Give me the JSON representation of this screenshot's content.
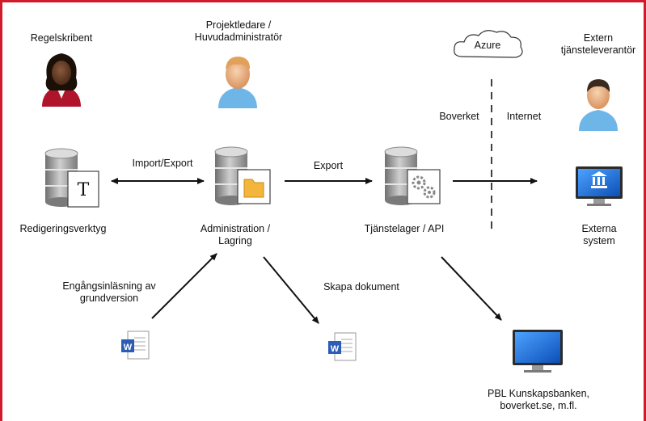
{
  "roles": {
    "writer": "Regelskribent",
    "admin_line1": "Projektledare /",
    "admin_line2": "Huvudadministratör",
    "external_line1": "Extern",
    "external_line2": "tjänsteleverantör"
  },
  "cloud": {
    "label": "Azure"
  },
  "zones": {
    "left": "Boverket",
    "right": "Internet"
  },
  "systems": {
    "editor": "Redigeringsverktyg",
    "admin_line1": "Administration /",
    "admin_line2": "Lagring",
    "api": "Tjänstelager / API",
    "external_line1": "Externa",
    "external_line2": "system",
    "pbl_line1": "PBL Kunskapsbanken,",
    "pbl_line2": "boverket.se, m.fl."
  },
  "flows": {
    "import_export": "Import/Export",
    "export": "Export",
    "initial_line1": "Engångsinläsning av",
    "initial_line2": "grundversion",
    "create_doc": "Skapa dokument"
  },
  "icons": {
    "editor_badge_letter": "T",
    "word_badge_letter": "W"
  },
  "colors": {
    "frame": "#d11a2a",
    "db_body": "#9a9a9a",
    "monitor_screen": "#1e6fd6",
    "skin": "#e9b38a",
    "shirt_blue": "#6fb6e8",
    "shirt_red": "#b0142a",
    "folder": "#f3b53b"
  }
}
